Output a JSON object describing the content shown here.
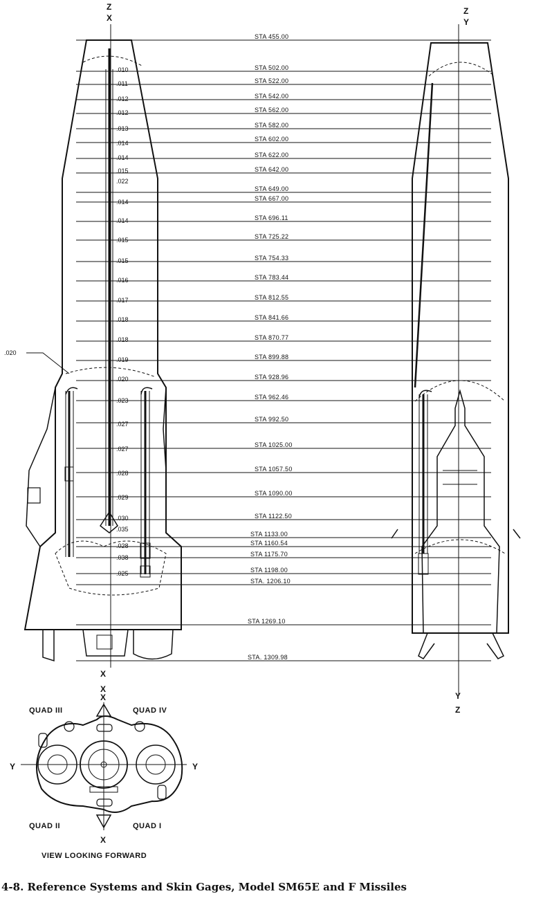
{
  "stations": [
    {
      "label": "STA 455.00"
    },
    {
      "label": "STA 502.00"
    },
    {
      "label": "STA 522.00"
    },
    {
      "label": "STA 542.00"
    },
    {
      "label": "STA 562.00"
    },
    {
      "label": "STA 582.00"
    },
    {
      "label": "STA 602.00"
    },
    {
      "label": "STA 622.00"
    },
    {
      "label": "STA 642.00"
    },
    {
      "label": "STA 649.00"
    },
    {
      "label": "STA 667.00"
    },
    {
      "label": "STA 696.11"
    },
    {
      "label": "STA 725.22"
    },
    {
      "label": "STA 754.33"
    },
    {
      "label": "STA 783.44"
    },
    {
      "label": "STA 812.55"
    },
    {
      "label": "STA 841.66"
    },
    {
      "label": "STA 870.77"
    },
    {
      "label": "STA 899.88"
    },
    {
      "label": "STA 928.96"
    },
    {
      "label": "STA 962.46"
    },
    {
      "label": "STA 992.50"
    },
    {
      "label": "STA 1025.00"
    },
    {
      "label": "STA 1057.50"
    },
    {
      "label": "STA 1090.00"
    },
    {
      "label": "STA 1122.50"
    },
    {
      "label": "STA 1133.00"
    },
    {
      "label": "STA 1160.54"
    },
    {
      "label": "STA 1175.70"
    },
    {
      "label": "STA 1198.00"
    },
    {
      "label": "STA. 1206.10"
    },
    {
      "label": "STA 1269.10"
    },
    {
      "label": "STA. 1309.98"
    }
  ],
  "skin_gages": [
    ".010",
    ".011",
    ".012",
    ".012",
    ".013",
    ".014",
    ".014",
    ".015",
    ".022",
    ".014",
    ".014",
    ".015",
    ".015",
    ".016",
    ".017",
    ".018",
    ".018",
    ".019",
    ".020",
    ".023",
    ".027",
    ".027",
    ".028",
    ".029",
    ".030",
    ".035",
    ".028",
    ".038",
    ".025"
  ],
  "callout_gage": ".020",
  "axes": {
    "left_top_1": "Z",
    "left_top_2": "X",
    "right_top_1": "Z",
    "right_top_2": "Y",
    "left_bottom_1": "X",
    "left_bottom_2": "X",
    "right_bottom_1": "Y",
    "right_bottom_2": "Z",
    "view_top": "X",
    "view_bottom": "X",
    "view_left": "Y",
    "view_right": "Y"
  },
  "quads": {
    "q3": "QUAD III",
    "q4": "QUAD IV",
    "q2": "QUAD II",
    "q1": "QUAD I"
  },
  "view_label": "VIEW LOOKING FORWARD",
  "caption": "4-8.  Reference Systems and Skin Gages,  Model SM65E and F Missiles"
}
